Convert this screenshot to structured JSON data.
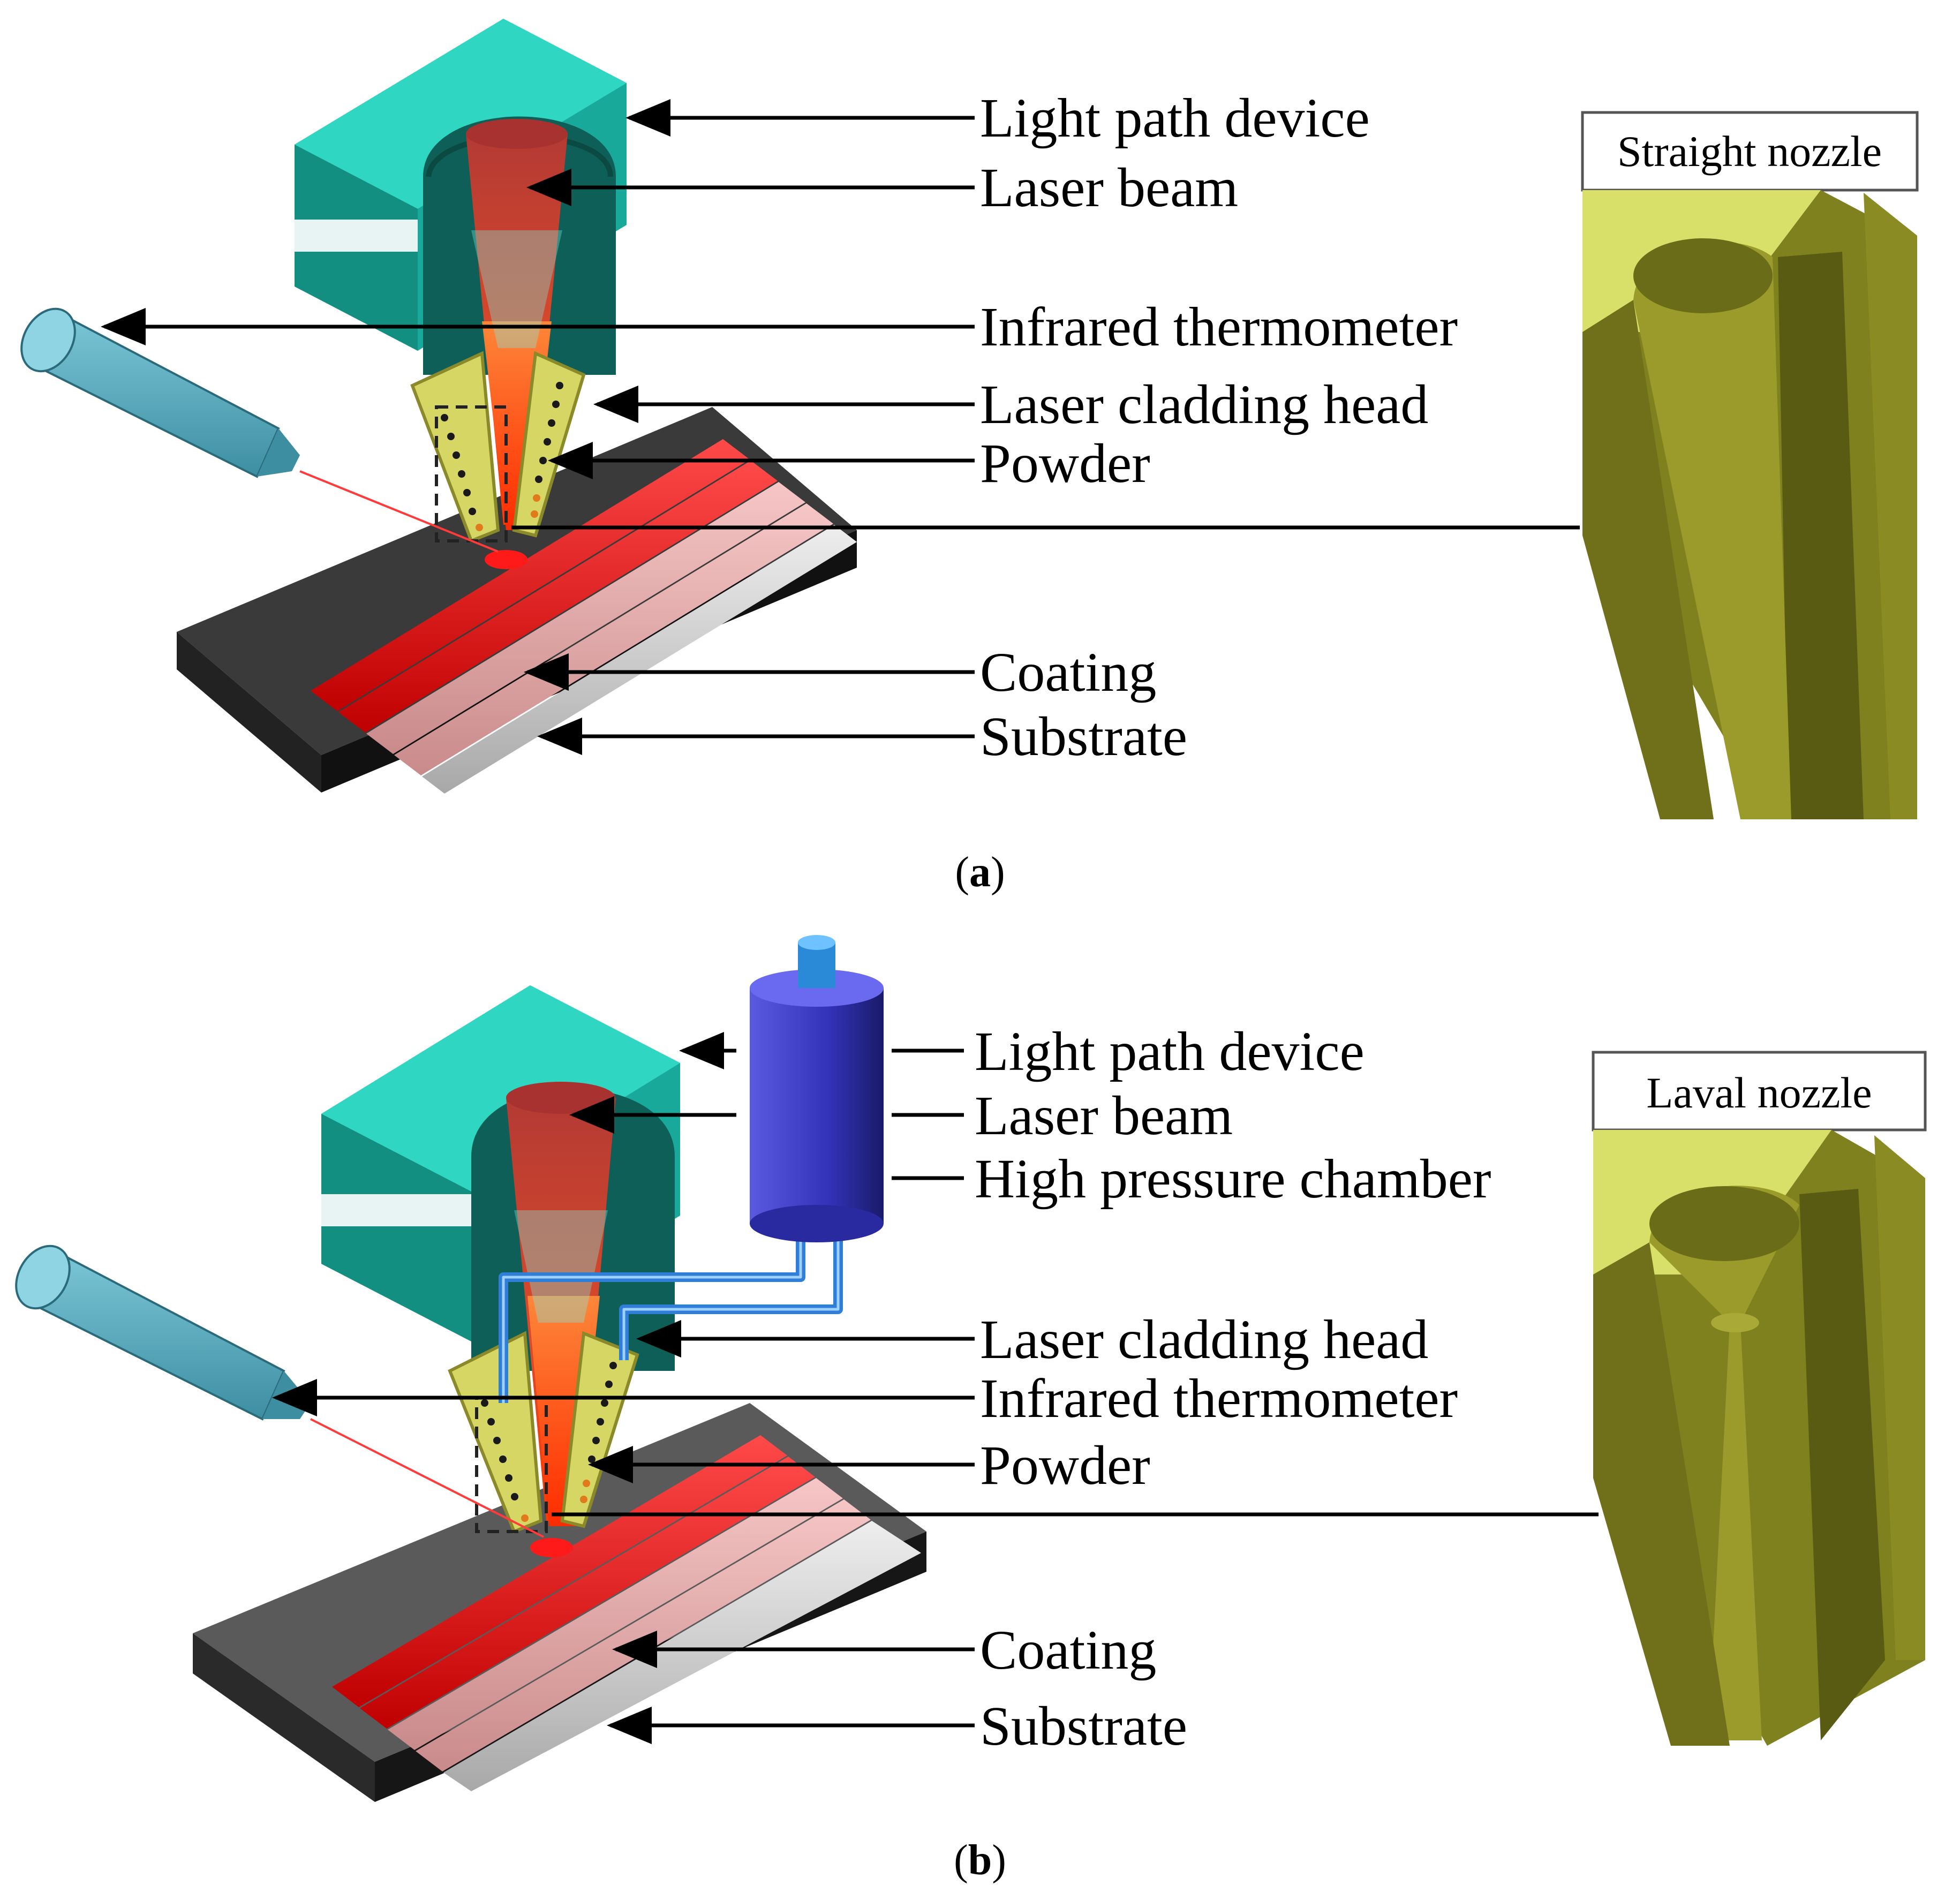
{
  "panel_a": {
    "caption": {
      "open": "(",
      "letter": "a",
      "close": ")"
    },
    "labels": {
      "light_path_device": "Light path device",
      "laser_beam": "Laser beam",
      "infrared_thermometer": "Infrared thermometer",
      "laser_cladding_head": "Laser cladding head",
      "powder": "Powder",
      "coating": "Coating",
      "substrate": "Substrate"
    },
    "nozzle_title": "Straight nozzle"
  },
  "panel_b": {
    "caption": {
      "open": "(",
      "letter": "b",
      "close": ")"
    },
    "labels": {
      "light_path_device": "Light path device",
      "laser_beam": "Laser beam",
      "high_pressure_chamber": "High pressure chamber",
      "laser_cladding_head": "Laser cladding head",
      "infrared_thermometer": "Infrared thermometer",
      "powder": "Powder",
      "coating": "Coating",
      "substrate": "Substrate"
    },
    "nozzle_title": "Laval nozzle"
  },
  "colors": {
    "light_path_device": "#1fb8a6",
    "laser_beam": "#c8382e",
    "laser_beam_core": "#ff5a1f",
    "cladding_head": "#d9d96b",
    "coating_red": "#ee1c1c",
    "coating_pink": "#e9a7a7",
    "coating_grey": "#d2d2d2",
    "substrate": "#3c3c3c",
    "thermometer": "#5fb3c6",
    "high_pressure_chamber": "#3c3cc8",
    "gas_pipe": "#2f7fd8",
    "nozzle": "#8e8f24"
  }
}
